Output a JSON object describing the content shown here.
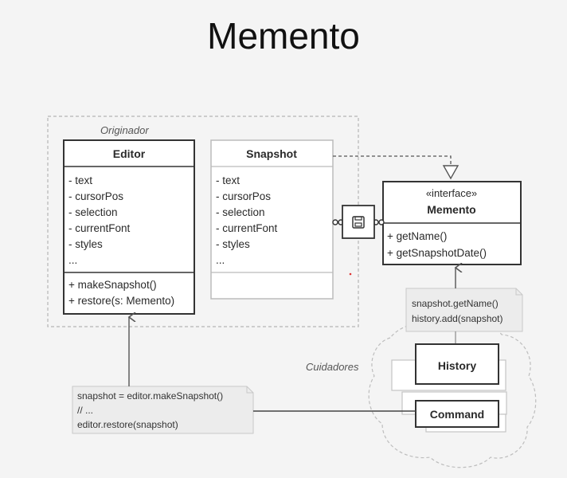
{
  "title": "Memento",
  "originator_label": "Originador",
  "caretakers_label": "Cuidadores",
  "editor": {
    "name": "Editor",
    "fields": [
      "- text",
      "- cursorPos",
      "- selection",
      "- currentFont",
      "- styles",
      "..."
    ],
    "methods": [
      "+ makeSnapshot()",
      "+ restore(s: Memento)"
    ]
  },
  "snapshot": {
    "name": "Snapshot",
    "fields": [
      "- text",
      "- cursorPos",
      "- selection",
      "- currentFont",
      "- styles",
      "..."
    ]
  },
  "memento": {
    "stereotype": "«interface»",
    "name": "Memento",
    "methods": [
      "+ getName()",
      "+ getSnapshotDate()"
    ]
  },
  "history": {
    "name": "History"
  },
  "command": {
    "name": "Command"
  },
  "note_history": [
    "snapshot.getName()",
    "history.add(snapshot)"
  ],
  "note_editor": [
    "snapshot = editor.makeSnapshot()",
    "// ...",
    "editor.restore(snapshot)"
  ],
  "icons": {
    "save": "floppy-disk-icon"
  },
  "colors": {
    "box_border": "#333333",
    "dashed": "#aaaaaa",
    "note_fill": "#ececec",
    "background": "#f4f4f4"
  }
}
